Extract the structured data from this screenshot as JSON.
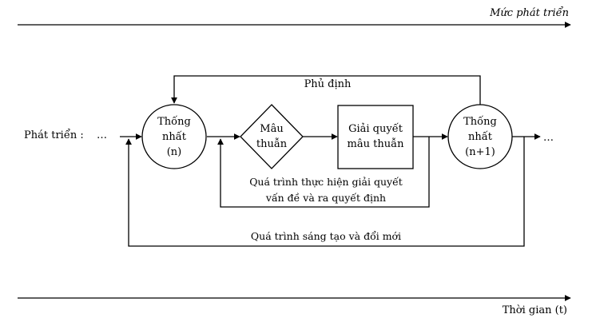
{
  "top_axis": {
    "label": "Mức phát triển"
  },
  "bottom_axis": {
    "label": "Thời gian (t)"
  },
  "left_label": "Phát triển :",
  "dots": "…",
  "node_n": {
    "line1": "Thống",
    "line2": "nhất",
    "line3": "(n)"
  },
  "node_contradiction": {
    "line1": "Mâu",
    "line2": "thuẫn"
  },
  "node_resolve": {
    "line1": "Giải quyết",
    "line2": "mâu thuẫn"
  },
  "node_n1": {
    "line1": "Thống",
    "line2": "nhất",
    "line3": "(n+1)"
  },
  "negation_label": "Phủ định",
  "inner_loop_label": {
    "line1": "Quá trình thực hiện giải quyết",
    "line2": "vấn đề và ra quyết định"
  },
  "outer_loop_label": "Quá trình sáng tạo và đổi mới"
}
